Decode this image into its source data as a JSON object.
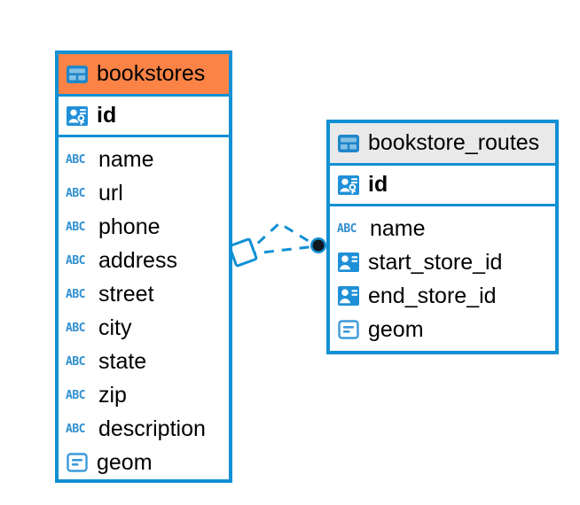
{
  "diagram": {
    "type": "entity-relationship-diagram",
    "background_color": "#ffffff",
    "accent_color": "#1190d4",
    "selected_color": "#fb8345",
    "header_color": "#e9e9e9"
  },
  "entities": [
    {
      "name": "bookstores",
      "header_style": "accent-orange",
      "table_icon": "table-icon",
      "primary_key": {
        "label": "id",
        "icon": "primary-key-icon"
      },
      "fields": [
        {
          "label": "name",
          "icon": "text-type-icon",
          "type": "abc"
        },
        {
          "label": "url",
          "icon": "text-type-icon",
          "type": "abc"
        },
        {
          "label": "phone",
          "icon": "text-type-icon",
          "type": "abc"
        },
        {
          "label": "address",
          "icon": "text-type-icon",
          "type": "abc"
        },
        {
          "label": "street",
          "icon": "text-type-icon",
          "type": "abc"
        },
        {
          "label": "city",
          "icon": "text-type-icon",
          "type": "abc"
        },
        {
          "label": "state",
          "icon": "text-type-icon",
          "type": "abc"
        },
        {
          "label": "zip",
          "icon": "text-type-icon",
          "type": "abc"
        },
        {
          "label": "description",
          "icon": "text-type-icon",
          "type": "abc"
        },
        {
          "label": "geom",
          "icon": "geometry-type-icon",
          "type": "geom"
        }
      ]
    },
    {
      "name": "bookstore_routes",
      "header_style": "accent-gray",
      "table_icon": "table-icon",
      "primary_key": {
        "label": "id",
        "icon": "primary-key-icon"
      },
      "fields": [
        {
          "label": "name",
          "icon": "text-type-icon",
          "type": "abc"
        },
        {
          "label": "start_store_id",
          "icon": "foreign-key-icon",
          "type": "fk"
        },
        {
          "label": "end_store_id",
          "icon": "foreign-key-icon",
          "type": "fk"
        },
        {
          "label": "geom",
          "icon": "geometry-type-icon",
          "type": "geom"
        }
      ]
    }
  ],
  "relationships": [
    {
      "from": "bookstores",
      "to": "bookstore_routes",
      "from_marker": "diamond",
      "to_marker": "filled-circle",
      "line_style": "dashed"
    },
    {
      "from": "bookstores",
      "to": "bookstore_routes",
      "from_marker": "diamond",
      "to_marker": "filled-circle",
      "line_style": "dashed"
    }
  ]
}
